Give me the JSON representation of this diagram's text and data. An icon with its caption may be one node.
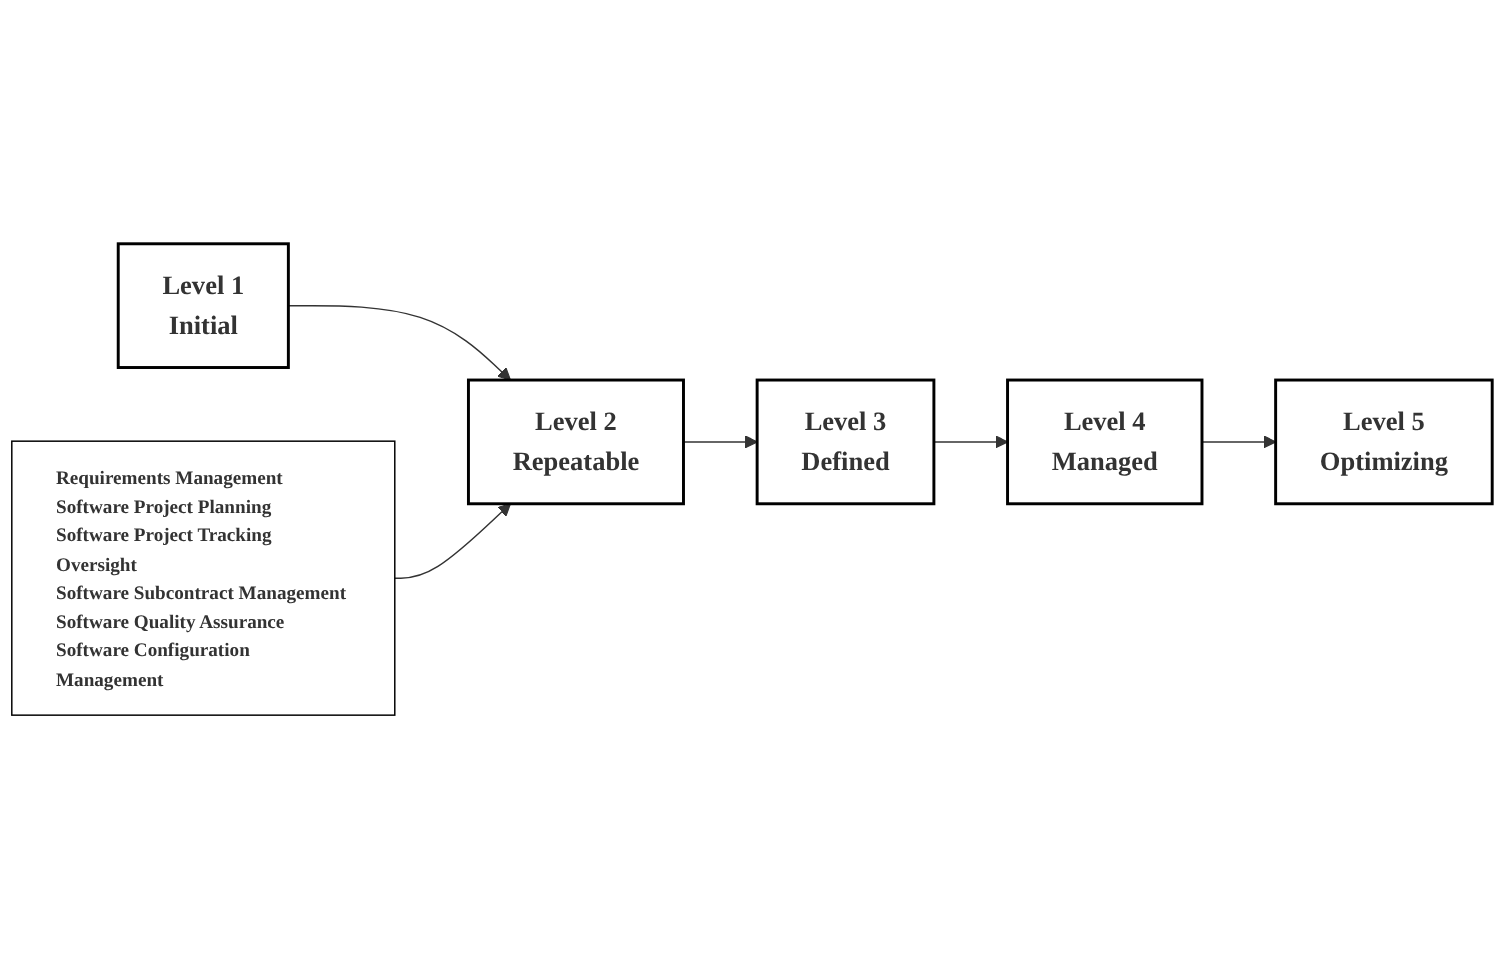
{
  "diagram": {
    "nodes": [
      {
        "text": [
          "Level 1",
          "Initial"
        ]
      },
      {
        "text": [
          "Level 2",
          "Repeatable"
        ]
      },
      {
        "text": [
          "Level 3",
          "Defined"
        ]
      },
      {
        "text": [
          "Level 4",
          "Managed"
        ]
      },
      {
        "text": [
          "Level 5",
          "Optimizing"
        ]
      },
      {
        "text": [
          "Requirements Management",
          "Software Project Planning",
          "Software Project Tracking Oversight",
          "Software Subcontract Management",
          "Software Quality Assurance",
          "Software Configuration Management"
        ]
      }
    ],
    "edges": [
      {
        "from": 0,
        "to": 1,
        "arrow": "to"
      },
      {
        "from": 1,
        "to": 2,
        "arrow": "to"
      },
      {
        "from": 2,
        "to": 3,
        "arrow": "to"
      },
      {
        "from": 3,
        "to": 4,
        "arrow": "to"
      },
      {
        "from": 5,
        "to": 1,
        "arrow": "to"
      }
    ]
  }
}
